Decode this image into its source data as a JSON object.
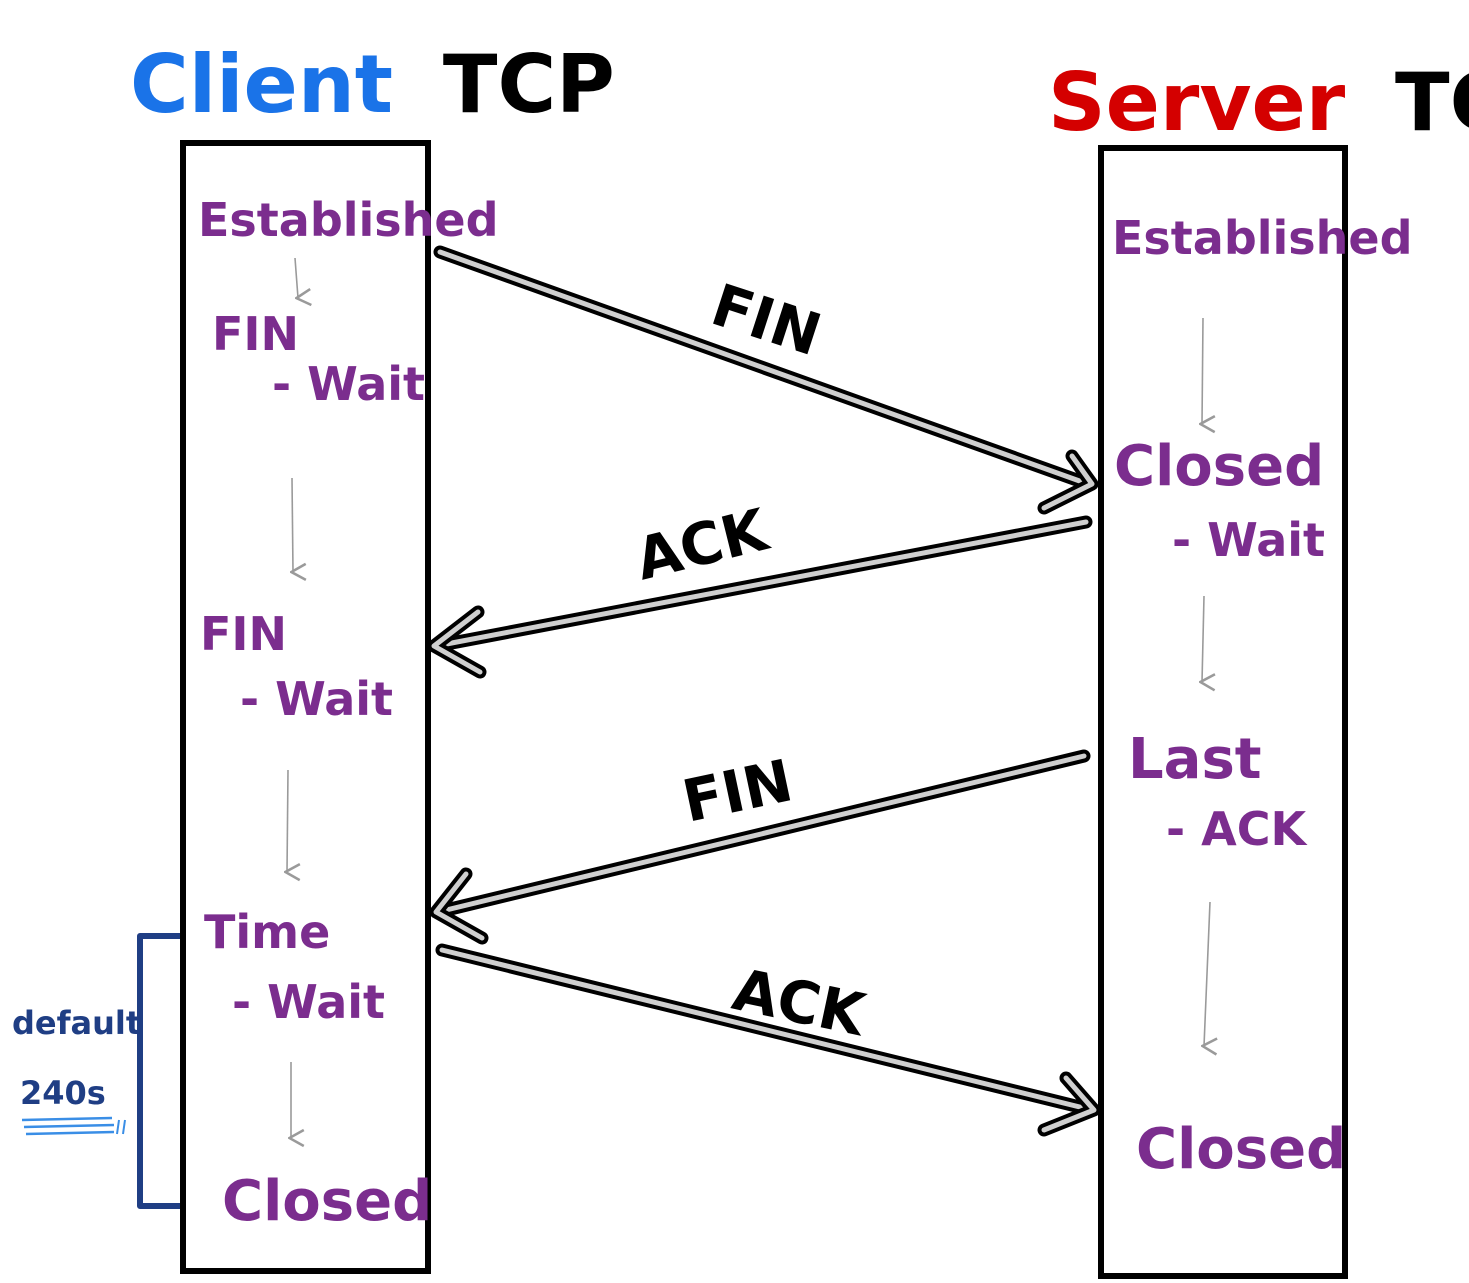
{
  "colors": {
    "client": "#1a73e8",
    "server": "#d40000",
    "state": "#7b2d8e",
    "ink": "#000000",
    "bracket": "#1f3e84",
    "arrow_fill": "#cfcfcf",
    "state_arrow": "#9a9a9a"
  },
  "client": {
    "name": "Client",
    "suffix": "TCP",
    "states": {
      "established": "Established",
      "fin_wait_1_a": "FIN",
      "fin_wait_1_b": "- Wait",
      "fin_wait_2_a": "FIN",
      "fin_wait_2_b": "- Wait",
      "time_wait_a": "Time",
      "time_wait_b": "- Wait",
      "closed": "Closed"
    }
  },
  "server": {
    "name": "Server",
    "suffix": "TCP",
    "states": {
      "established": "Established",
      "close_wait_a": "Closed",
      "close_wait_b": "- Wait",
      "last_ack_a": "Last",
      "last_ack_b": "- ACK",
      "closed": "Closed"
    }
  },
  "messages": {
    "fin_1": "FIN",
    "ack_1": "ACK",
    "fin_2": "FIN",
    "ack_2": "ACK"
  },
  "note": {
    "line1": "default",
    "line2": "240s"
  }
}
